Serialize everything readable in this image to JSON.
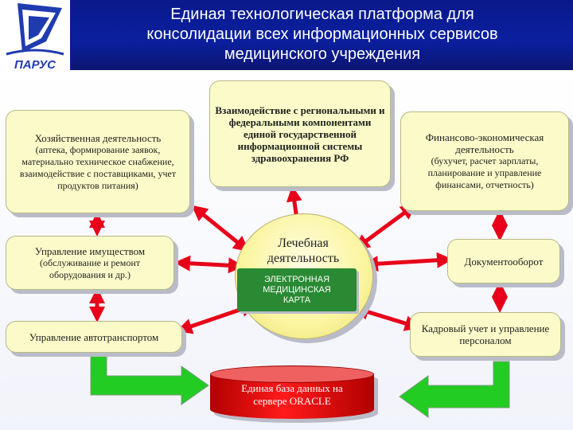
{
  "header": {
    "title_lines": [
      "Единая технологическая платформа для",
      "консолидации всех информационных сервисов",
      "медицинского учреждения"
    ],
    "logo_text": "ПАРУС"
  },
  "boxes": {
    "economic": {
      "title": "Хозяйственная деятельность",
      "detail": "(аптека, формирование заявок, материально техническое снабжение, взаимодействие с поставщиками, учет продуктов питания)"
    },
    "interaction": {
      "title": "Взаимодействие с региональными и федеральными компонентами единой государственной информационной системы здравоохранения РФ"
    },
    "finance": {
      "title": "Финансово-экономическая деятельность",
      "detail": "(бухучет, расчет зарплаты, планирование и управление финансами, отчетность)"
    },
    "property": {
      "title": "Управление имуществом",
      "detail": "(обслуживание и ремонт оборудования и др.)"
    },
    "docflow": {
      "title": "Документооборот"
    },
    "transport": {
      "title": "Управление автотранспортом"
    },
    "hr": {
      "title": "Кадровый учет и управление персоналом"
    }
  },
  "center": {
    "label_lines": [
      "Лечебная",
      "деятельность"
    ],
    "emr_lines": [
      "ЭЛЕКТРОННАЯ",
      "МЕДИЦИНСКАЯ",
      "КАРТА"
    ]
  },
  "database": {
    "label_lines": [
      "Единая база данных на",
      "сервере ORACLE"
    ]
  },
  "colors": {
    "header_bg": "#0b1f9e",
    "box_fill": "#fbfbc9",
    "arrow_red": "#e8001a",
    "arrow_green": "#22cc22",
    "db_red": "#e01010",
    "emr_green": "#2a8a33"
  }
}
